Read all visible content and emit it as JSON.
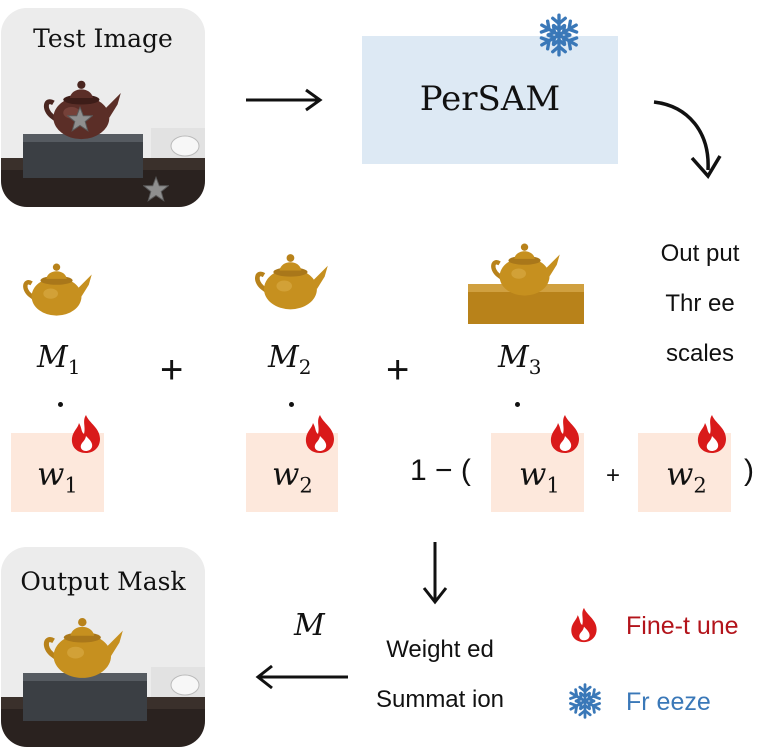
{
  "test_image": {
    "title": "Test Image"
  },
  "persam": {
    "label": "PerSAM"
  },
  "output_side": {
    "line1": "Out put",
    "line2": "Thr ee",
    "line3": "scales"
  },
  "masks": {
    "m1": {
      "base": "M",
      "sub": "1"
    },
    "m2": {
      "base": "M",
      "sub": "2"
    },
    "m3": {
      "base": "M",
      "sub": "3"
    },
    "plus": "+"
  },
  "weights": {
    "w1": {
      "base": "w",
      "sub": "1"
    },
    "w2": {
      "base": "w",
      "sub": "2"
    },
    "one_minus": "1 − (",
    "plus": "+",
    "close": ")"
  },
  "summation": {
    "line1": "Weight ed",
    "line2": "Summat ion"
  },
  "merge": {
    "label": "M"
  },
  "output_mask": {
    "title": "Output Mask"
  },
  "legend": {
    "finetune": "Fine-t une",
    "freeze": "Fr eeze",
    "finetune_color": "#b3141b",
    "freeze_color": "#3a78b8"
  },
  "icons": [
    "flame-icon",
    "snowflake-icon",
    "star-icon"
  ],
  "colors": {
    "persam_box": "#dde9f4",
    "weight_box": "#fde8dc",
    "mask_fill": "#c6901f"
  }
}
